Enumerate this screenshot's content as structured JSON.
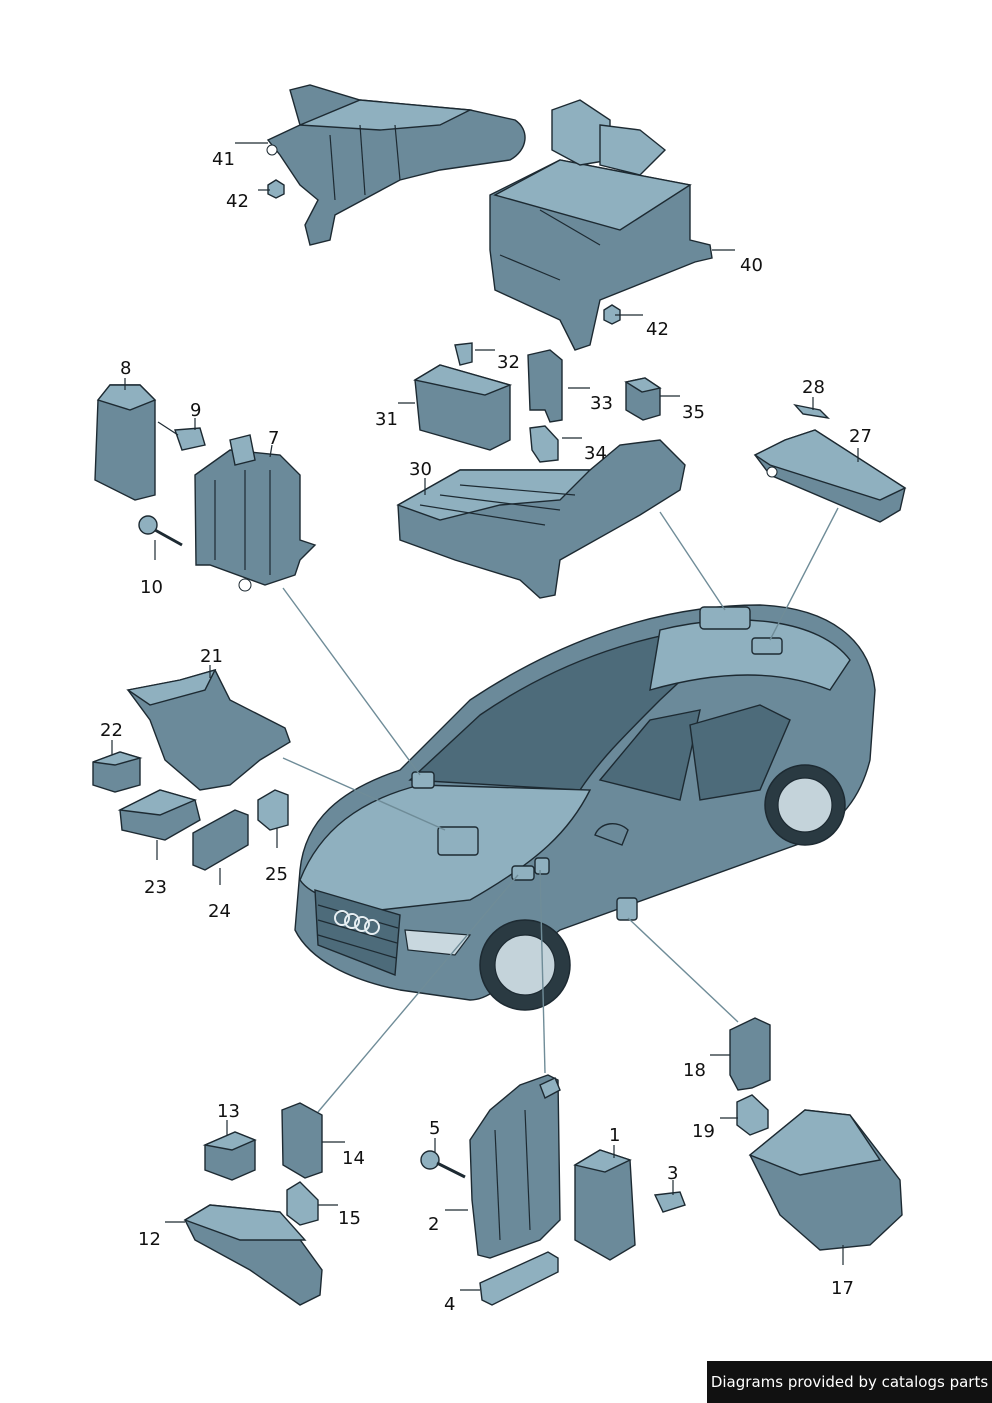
{
  "labels": {
    "l1": "1",
    "l2": "2",
    "l3": "3",
    "l4": "4",
    "l5": "5",
    "l7": "7",
    "l8": "8",
    "l9": "9",
    "l10": "10",
    "l12": "12",
    "l13": "13",
    "l14": "14",
    "l15": "15",
    "l17": "17",
    "l18": "18",
    "l19": "19",
    "l21": "21",
    "l22": "22",
    "l23": "23",
    "l24": "24",
    "l25": "25",
    "l27": "27",
    "l28": "28",
    "l30": "30",
    "l31": "31",
    "l32": "32",
    "l33": "33",
    "l34": "34",
    "l35": "35",
    "l40": "40",
    "l41": "41",
    "l42a": "42",
    "l42b": "42"
  },
  "credit": "Diagrams provided by catalogs parts",
  "colors": {
    "part": "#6b8a9a",
    "part_light": "#8fb0bf",
    "car_body": "#6f8f9f",
    "outline": "#1d2a32"
  }
}
